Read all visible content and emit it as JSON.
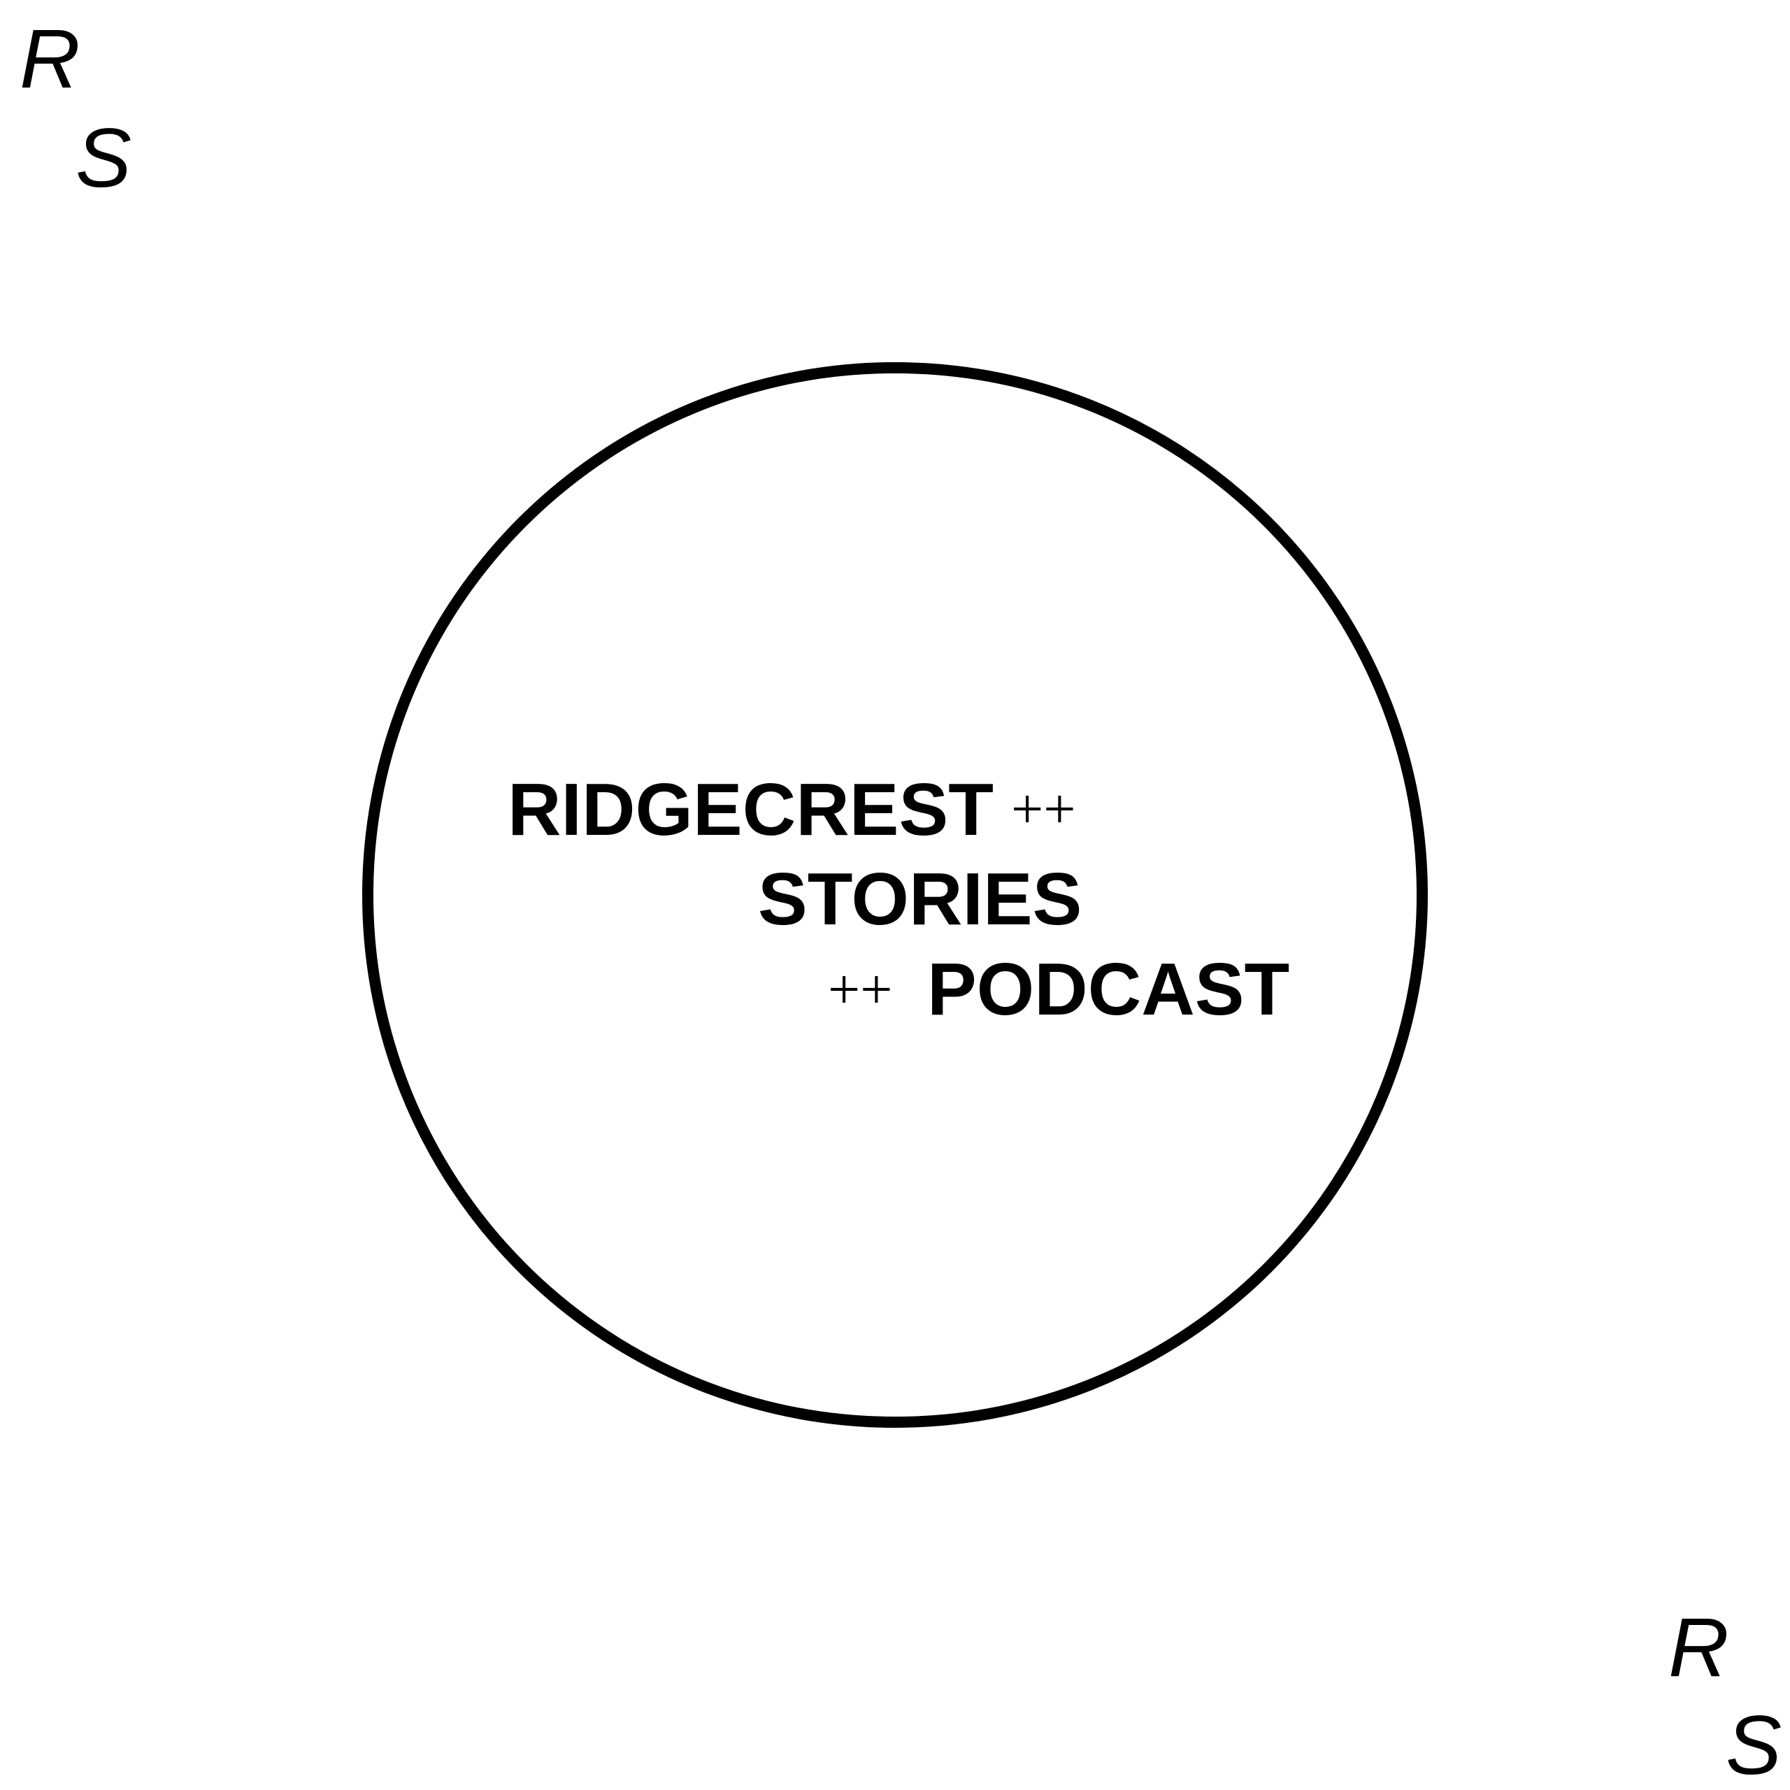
{
  "corner_marks": {
    "top_left_r": "R",
    "top_left_s": "S",
    "bottom_right_r": "R",
    "bottom_right_s": "S"
  },
  "logo": {
    "line1": "RIDGECREST",
    "line1_marks": "++",
    "line2": "STORIES",
    "line3_marks": "++",
    "line3": "PODCAST"
  },
  "colors": {
    "background": "#ffffff",
    "foreground": "#000000"
  }
}
